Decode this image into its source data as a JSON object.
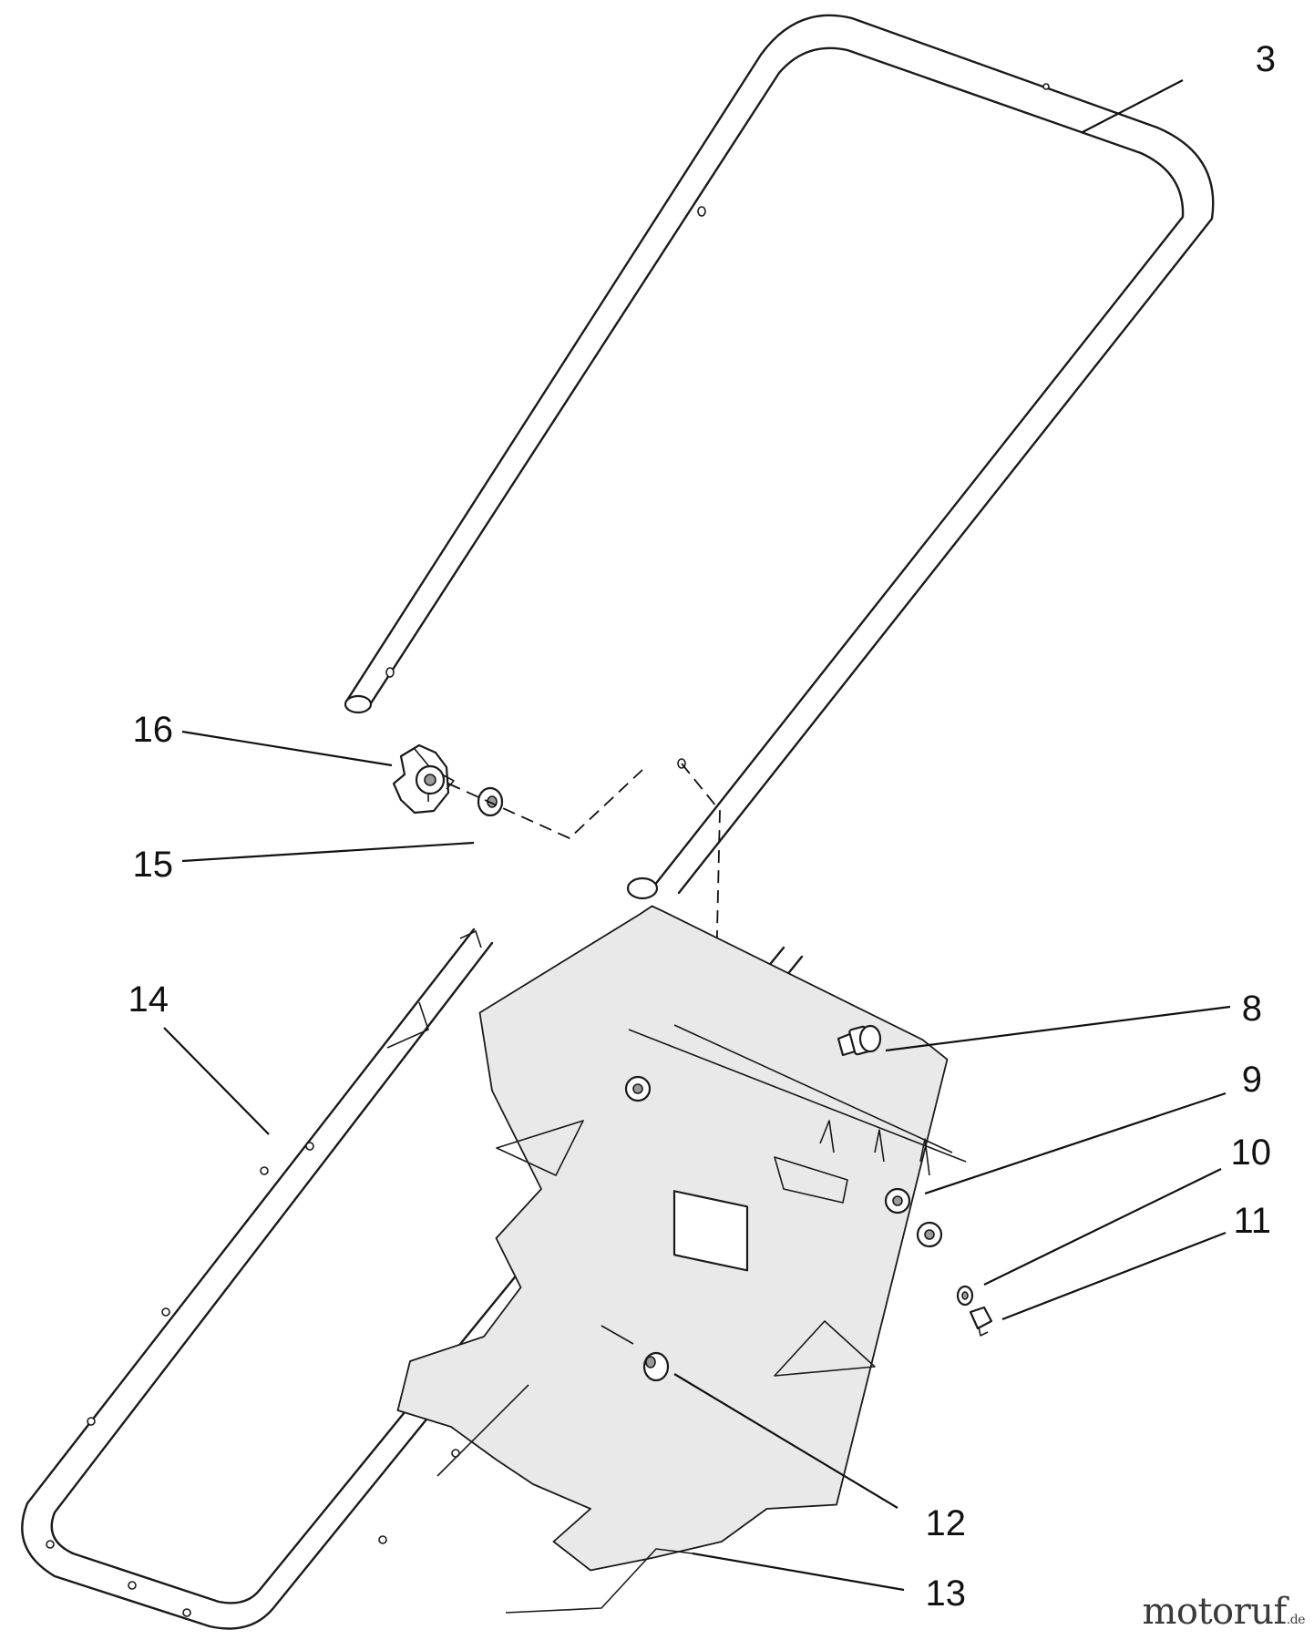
{
  "callouts": [
    {
      "id": "3",
      "label": "3"
    },
    {
      "id": "16",
      "label": "16"
    },
    {
      "id": "15",
      "label": "15"
    },
    {
      "id": "14",
      "label": "14"
    },
    {
      "id": "8",
      "label": "8"
    },
    {
      "id": "9",
      "label": "9"
    },
    {
      "id": "10",
      "label": "10"
    },
    {
      "id": "11",
      "label": "11"
    },
    {
      "id": "12",
      "label": "12"
    },
    {
      "id": "13",
      "label": "13"
    }
  ],
  "watermark": {
    "name": "motoruf",
    "tld": ".de"
  }
}
